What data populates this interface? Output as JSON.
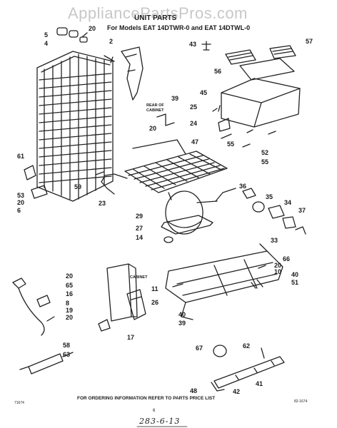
{
  "watermark": "AppliancePartsPros.com",
  "title": "UNIT PARTS",
  "subtitle": "For Models EAT 14DTWR-0 and EAT 14DTWL-0",
  "annotations": {
    "rear_of_cabinet_1": "REAR OF",
    "rear_of_cabinet_2": "CABINET",
    "cabinet": "CABINET"
  },
  "footer": "FOR ORDERING INFORMATION REFER TO PARTS PRICE LIST",
  "page_number": "6",
  "handwritten": "283-6-13",
  "corner_left": "71674",
  "corner_right": "82-1674",
  "callouts": [
    "5",
    "4",
    "20",
    "2",
    "43",
    "57",
    "56",
    "45",
    "39",
    "25",
    "24",
    "20",
    "47",
    "55",
    "52",
    "55",
    "61",
    "53",
    "20",
    "6",
    "59",
    "23",
    "36",
    "35",
    "29",
    "34",
    "37",
    "27",
    "14",
    "33",
    "66",
    "20",
    "10",
    "40",
    "51",
    "20",
    "65",
    "16",
    "8",
    "19",
    "20",
    "11",
    "26",
    "40",
    "39",
    "17",
    "58",
    "63",
    "67",
    "62",
    "48",
    "42",
    "41"
  ],
  "icons": {
    "condenser": "condenser-coil-icon",
    "compressor": "compressor-icon",
    "evaporator": "evaporator-icon",
    "unit_cover": "unit-cover-icon",
    "base_frame": "base-frame-icon"
  }
}
